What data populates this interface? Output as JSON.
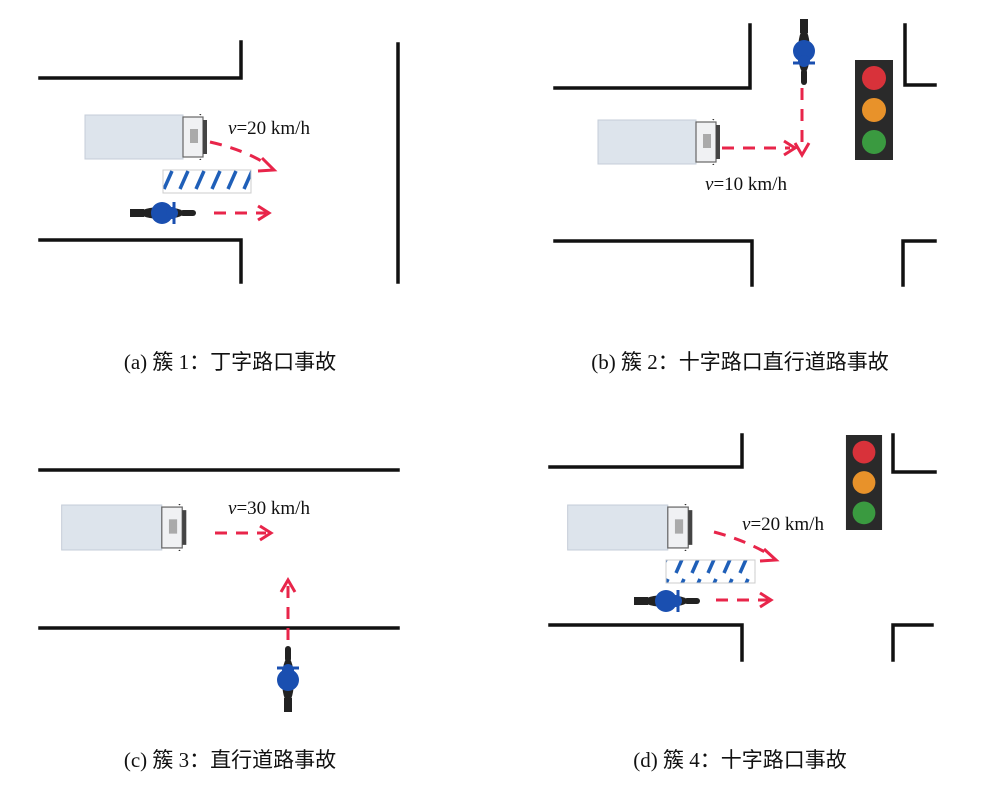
{
  "panels": [
    {
      "caption": "(a)  簇 1：丁字路口事故",
      "speed_var": "v",
      "speed_value": "=20 km/h"
    },
    {
      "caption": "(b)  簇 2：十字路口直行道路事故",
      "speed_var": "v",
      "speed_value": "=10 km/h"
    },
    {
      "caption": "(c)  簇 3：直行道路事故",
      "speed_var": "v",
      "speed_value": "=30 km/h"
    },
    {
      "caption": "(d)  簇 4：十字路口事故",
      "speed_var": "v",
      "speed_value": "=20 km/h"
    }
  ],
  "colors": {
    "arrow": "#e8254a",
    "crosswalk": "#1f5fb8",
    "rider": "#1a4fb0",
    "truck_cargo": "#dde4ec"
  }
}
